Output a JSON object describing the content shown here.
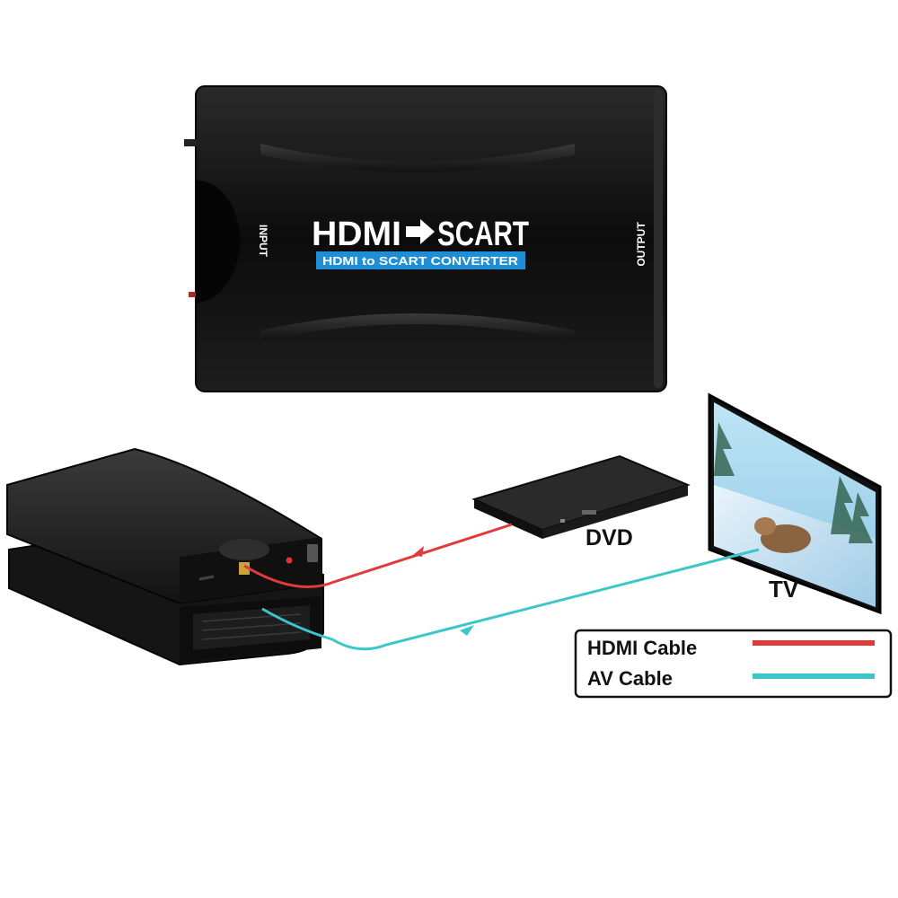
{
  "converter": {
    "title_left": "HDMI",
    "title_right": "SCART",
    "subtitle": "HDMI to SCART CONVERTER",
    "input_label": "INPUT",
    "output_label": "OUTPUT"
  },
  "devices": {
    "dvd_label": "DVD",
    "tv_label": "TV"
  },
  "legend": {
    "items": [
      {
        "label": "HDMI Cable",
        "color": "#e03a3a"
      },
      {
        "label": "AV Cable",
        "color": "#3cc6c9"
      }
    ]
  },
  "colors": {
    "hdmi_cable": "#e03a3a",
    "av_cable": "#3cc6c9",
    "device_body": "#141414",
    "badge_blue": "#1e8fd6"
  }
}
